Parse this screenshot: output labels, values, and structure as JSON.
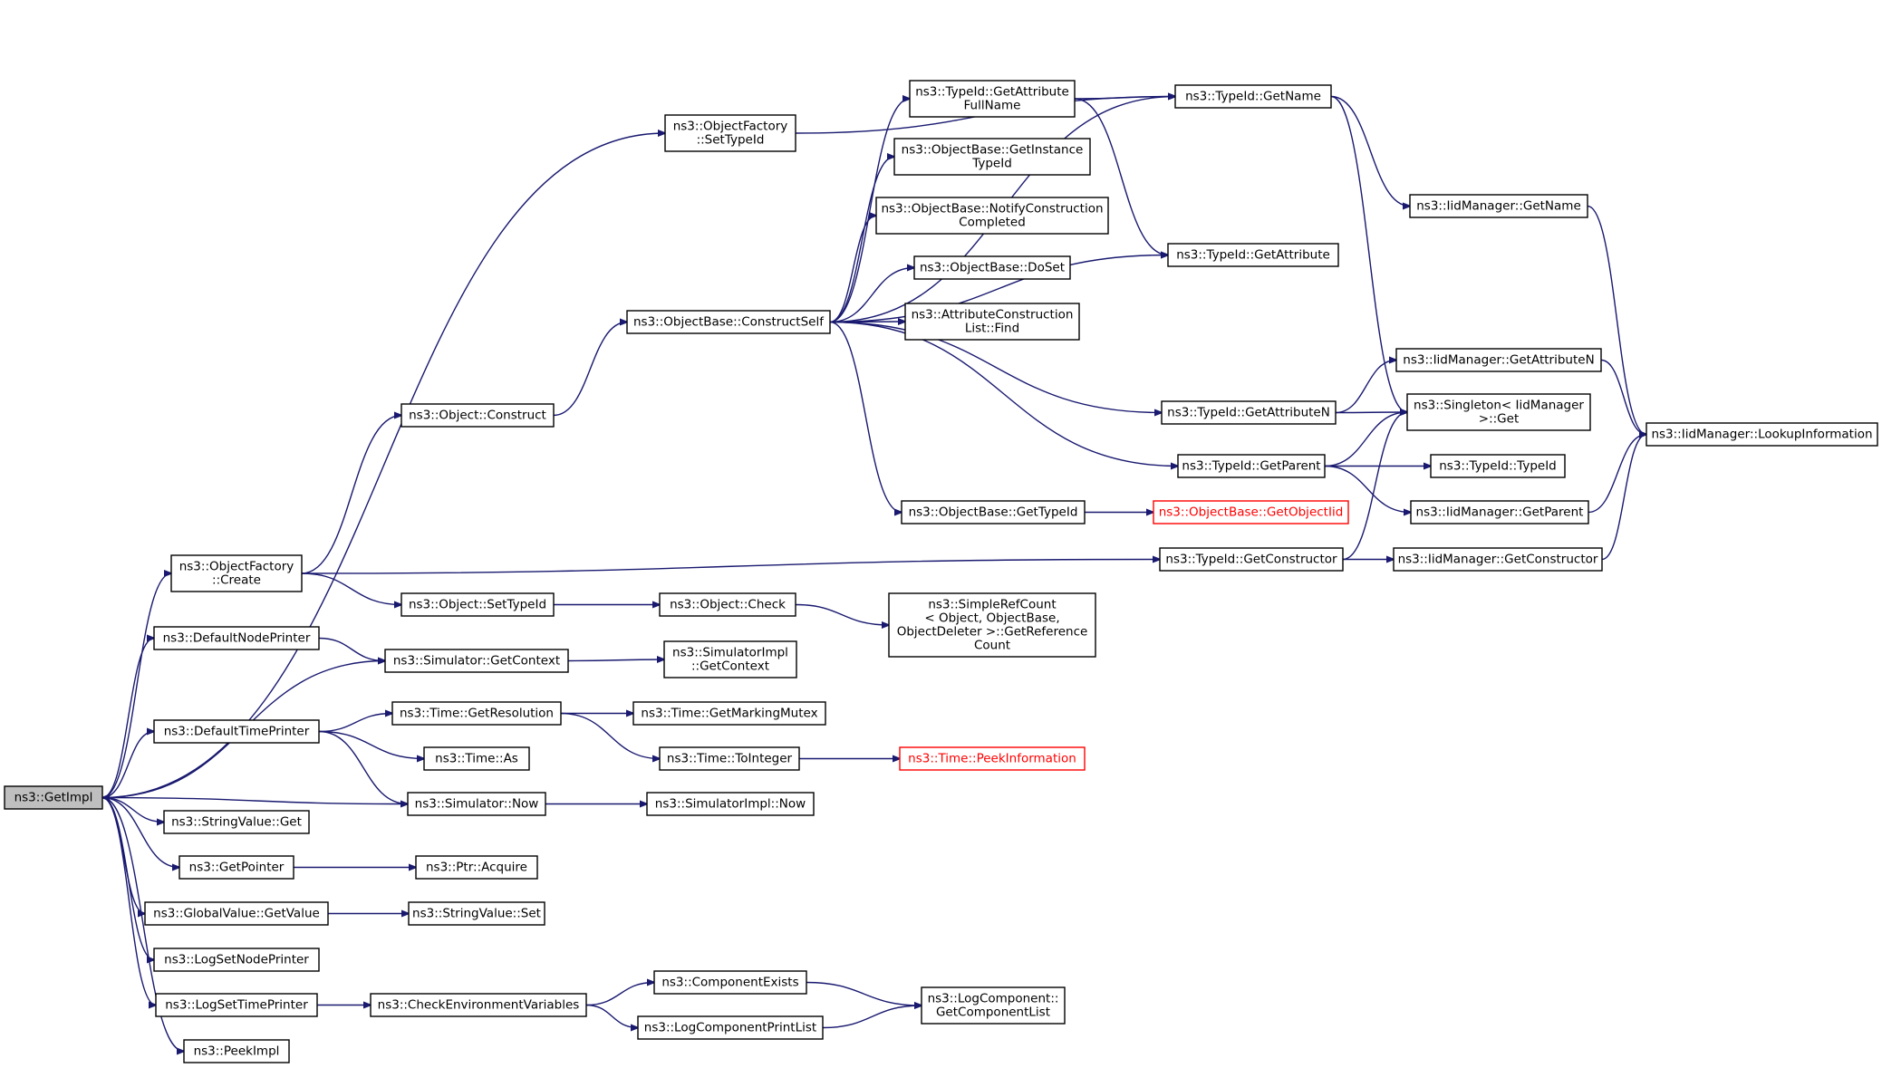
{
  "colors": {
    "edge": "#191970",
    "root_fill": "#bfbfbf",
    "node_stroke": "#000000",
    "missing_stroke": "#ff0000",
    "background": "#ffffff"
  },
  "nodes": [
    {
      "id": "GetImpl",
      "lines": [
        "ns3::GetImpl"
      ],
      "kind": "root"
    },
    {
      "id": "OF_SetTypeId",
      "lines": [
        "ns3::ObjectFactory",
        "::SetTypeId"
      ]
    },
    {
      "id": "TypeId_GetName",
      "lines": [
        "ns3::TypeId::GetName"
      ]
    },
    {
      "id": "TypeId_GetAttributeFullName",
      "lines": [
        "ns3::TypeId::GetAttribute",
        "FullName"
      ]
    },
    {
      "id": "OB_GetInstanceTypeId",
      "lines": [
        "ns3::ObjectBase::GetInstance",
        "TypeId"
      ]
    },
    {
      "id": "OB_NotifyConstructionCompleted",
      "lines": [
        "ns3::ObjectBase::NotifyConstruction",
        "Completed"
      ]
    },
    {
      "id": "OB_DoSet",
      "lines": [
        "ns3::ObjectBase::DoSet"
      ]
    },
    {
      "id": "OB_ConstructSelf",
      "lines": [
        "ns3::ObjectBase::ConstructSelf"
      ]
    },
    {
      "id": "ACL_Find",
      "lines": [
        "ns3::AttributeConstruction",
        "List::Find"
      ]
    },
    {
      "id": "TypeId_GetAttribute",
      "lines": [
        "ns3::TypeId::GetAttribute"
      ]
    },
    {
      "id": "IidMgr_GetName",
      "lines": [
        "ns3::IidManager::GetName"
      ]
    },
    {
      "id": "IidMgr_GetAttributeN",
      "lines": [
        "ns3::IidManager::GetAttributeN"
      ]
    },
    {
      "id": "Singleton_Get",
      "lines": [
        "ns3::Singleton< IidManager",
        ">::Get"
      ]
    },
    {
      "id": "IidMgr_LookupInformation",
      "lines": [
        "ns3::IidManager::LookupInformation"
      ]
    },
    {
      "id": "Object_Construct",
      "lines": [
        "ns3::Object::Construct"
      ]
    },
    {
      "id": "TypeId_GetAttributeN",
      "lines": [
        "ns3::TypeId::GetAttributeN"
      ]
    },
    {
      "id": "TypeId_GetParent",
      "lines": [
        "ns3::TypeId::GetParent"
      ]
    },
    {
      "id": "TypeId_TypeId",
      "lines": [
        "ns3::TypeId::TypeId"
      ]
    },
    {
      "id": "OB_GetTypeId",
      "lines": [
        "ns3::ObjectBase::GetTypeId"
      ]
    },
    {
      "id": "OB_GetObjectIid",
      "lines": [
        "ns3::ObjectBase::GetObjectIid"
      ],
      "kind": "red"
    },
    {
      "id": "IidMgr_GetParent",
      "lines": [
        "ns3::IidManager::GetParent"
      ]
    },
    {
      "id": "OF_Create",
      "lines": [
        "ns3::ObjectFactory",
        "::Create"
      ]
    },
    {
      "id": "TypeId_GetConstructor",
      "lines": [
        "ns3::TypeId::GetConstructor"
      ]
    },
    {
      "id": "IidMgr_GetConstructor",
      "lines": [
        "ns3::IidManager::GetConstructor"
      ]
    },
    {
      "id": "Object_SetTypeId",
      "lines": [
        "ns3::Object::SetTypeId"
      ]
    },
    {
      "id": "Object_Check",
      "lines": [
        "ns3::Object::Check"
      ]
    },
    {
      "id": "SRC_GetReferenceCount",
      "lines": [
        "ns3::SimpleRefCount",
        "< Object, ObjectBase,",
        "ObjectDeleter >::GetReference",
        "Count"
      ]
    },
    {
      "id": "DefaultNodePrinter",
      "lines": [
        "ns3::DefaultNodePrinter"
      ]
    },
    {
      "id": "Simulator_GetContext",
      "lines": [
        "ns3::Simulator::GetContext"
      ]
    },
    {
      "id": "SimImpl_GetContext",
      "lines": [
        "ns3::SimulatorImpl",
        "::GetContext"
      ]
    },
    {
      "id": "DefaultTimePrinter",
      "lines": [
        "ns3::DefaultTimePrinter"
      ]
    },
    {
      "id": "Time_GetResolution",
      "lines": [
        "ns3::Time::GetResolution"
      ]
    },
    {
      "id": "Time_GetMarkingMutex",
      "lines": [
        "ns3::Time::GetMarkingMutex"
      ]
    },
    {
      "id": "Time_As",
      "lines": [
        "ns3::Time::As"
      ]
    },
    {
      "id": "Time_ToInteger",
      "lines": [
        "ns3::Time::ToInteger"
      ]
    },
    {
      "id": "Time_PeekInformation",
      "lines": [
        "ns3::Time::PeekInformation"
      ],
      "kind": "red"
    },
    {
      "id": "Simulator_Now",
      "lines": [
        "ns3::Simulator::Now"
      ]
    },
    {
      "id": "SimImpl_Now",
      "lines": [
        "ns3::SimulatorImpl::Now"
      ]
    },
    {
      "id": "StringValue_Get",
      "lines": [
        "ns3::StringValue::Get"
      ]
    },
    {
      "id": "GetPointer",
      "lines": [
        "ns3::GetPointer"
      ]
    },
    {
      "id": "Ptr_Acquire",
      "lines": [
        "ns3::Ptr::Acquire"
      ]
    },
    {
      "id": "GlobalValue_GetValue",
      "lines": [
        "ns3::GlobalValue::GetValue"
      ]
    },
    {
      "id": "StringValue_Set",
      "lines": [
        "ns3::StringValue::Set"
      ]
    },
    {
      "id": "LogSetNodePrinter",
      "lines": [
        "ns3::LogSetNodePrinter"
      ]
    },
    {
      "id": "ComponentExists",
      "lines": [
        "ns3::ComponentExists"
      ]
    },
    {
      "id": "LogSetTimePrinter",
      "lines": [
        "ns3::LogSetTimePrinter"
      ]
    },
    {
      "id": "CheckEnvironmentVariables",
      "lines": [
        "ns3::CheckEnvironmentVariables"
      ]
    },
    {
      "id": "LogComponent_GetComponentList",
      "lines": [
        "ns3::LogComponent::",
        "GetComponentList"
      ]
    },
    {
      "id": "LogComponentPrintList",
      "lines": [
        "ns3::LogComponentPrintList"
      ]
    },
    {
      "id": "PeekImpl",
      "lines": [
        "ns3::PeekImpl"
      ]
    }
  ],
  "edges": [
    [
      "GetImpl",
      "OF_SetTypeId"
    ],
    [
      "GetImpl",
      "OF_Create"
    ],
    [
      "GetImpl",
      "DefaultNodePrinter"
    ],
    [
      "GetImpl",
      "DefaultTimePrinter"
    ],
    [
      "GetImpl",
      "Simulator_GetContext"
    ],
    [
      "GetImpl",
      "StringValue_Get"
    ],
    [
      "GetImpl",
      "GetPointer"
    ],
    [
      "GetImpl",
      "GlobalValue_GetValue"
    ],
    [
      "GetImpl",
      "LogSetNodePrinter"
    ],
    [
      "GetImpl",
      "LogSetTimePrinter"
    ],
    [
      "GetImpl",
      "PeekImpl"
    ],
    [
      "Simulator_Now",
      "GetImpl"
    ],
    [
      "OF_SetTypeId",
      "TypeId_GetName"
    ],
    [
      "OF_Create",
      "Object_Construct"
    ],
    [
      "OF_Create",
      "TypeId_GetConstructor"
    ],
    [
      "OF_Create",
      "Object_SetTypeId"
    ],
    [
      "Object_Construct",
      "OB_ConstructSelf"
    ],
    [
      "OB_ConstructSelf",
      "TypeId_GetAttributeFullName"
    ],
    [
      "OB_ConstructSelf",
      "TypeId_GetName"
    ],
    [
      "OB_ConstructSelf",
      "OB_GetInstanceTypeId"
    ],
    [
      "OB_ConstructSelf",
      "OB_NotifyConstructionCompleted"
    ],
    [
      "OB_ConstructSelf",
      "OB_DoSet"
    ],
    [
      "OB_ConstructSelf",
      "ACL_Find"
    ],
    [
      "OB_ConstructSelf",
      "TypeId_GetAttribute"
    ],
    [
      "OB_ConstructSelf",
      "TypeId_GetAttributeN"
    ],
    [
      "OB_ConstructSelf",
      "TypeId_GetParent"
    ],
    [
      "OB_ConstructSelf",
      "OB_GetTypeId"
    ],
    [
      "TypeId_GetAttributeFullName",
      "TypeId_GetName"
    ],
    [
      "TypeId_GetAttributeFullName",
      "TypeId_GetAttribute"
    ],
    [
      "TypeId_GetName",
      "IidMgr_GetName"
    ],
    [
      "TypeId_GetName",
      "Singleton_Get"
    ],
    [
      "IidMgr_GetName",
      "IidMgr_LookupInformation"
    ],
    [
      "TypeId_GetAttributeN",
      "IidMgr_GetAttributeN"
    ],
    [
      "TypeId_GetAttributeN",
      "Singleton_Get"
    ],
    [
      "IidMgr_GetAttributeN",
      "IidMgr_LookupInformation"
    ],
    [
      "TypeId_GetParent",
      "Singleton_Get"
    ],
    [
      "TypeId_GetParent",
      "TypeId_TypeId"
    ],
    [
      "TypeId_GetParent",
      "IidMgr_GetParent"
    ],
    [
      "IidMgr_GetParent",
      "IidMgr_LookupInformation"
    ],
    [
      "OB_GetTypeId",
      "OB_GetObjectIid"
    ],
    [
      "TypeId_GetConstructor",
      "Singleton_Get"
    ],
    [
      "TypeId_GetConstructor",
      "IidMgr_GetConstructor"
    ],
    [
      "IidMgr_GetConstructor",
      "IidMgr_LookupInformation"
    ],
    [
      "Object_SetTypeId",
      "Object_Check"
    ],
    [
      "Object_Check",
      "SRC_GetReferenceCount"
    ],
    [
      "DefaultNodePrinter",
      "Simulator_GetContext"
    ],
    [
      "Simulator_GetContext",
      "SimImpl_GetContext"
    ],
    [
      "DefaultTimePrinter",
      "Time_GetResolution"
    ],
    [
      "DefaultTimePrinter",
      "Time_As"
    ],
    [
      "DefaultTimePrinter",
      "Simulator_Now"
    ],
    [
      "Time_GetResolution",
      "Time_GetMarkingMutex"
    ],
    [
      "Time_GetResolution",
      "Time_ToInteger"
    ],
    [
      "Time_ToInteger",
      "Time_PeekInformation"
    ],
    [
      "Simulator_Now",
      "SimImpl_Now"
    ],
    [
      "GetPointer",
      "Ptr_Acquire"
    ],
    [
      "GlobalValue_GetValue",
      "StringValue_Set"
    ],
    [
      "LogSetTimePrinter",
      "CheckEnvironmentVariables"
    ],
    [
      "CheckEnvironmentVariables",
      "ComponentExists"
    ],
    [
      "CheckEnvironmentVariables",
      "LogComponentPrintList"
    ],
    [
      "ComponentExists",
      "LogComponent_GetComponentList"
    ],
    [
      "LogComponentPrintList",
      "LogComponent_GetComponentList"
    ]
  ]
}
